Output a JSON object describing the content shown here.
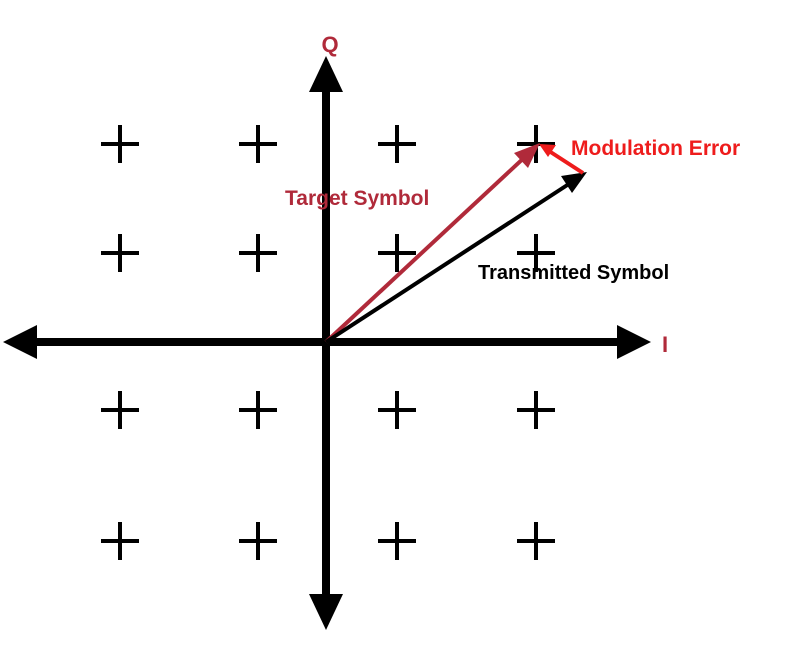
{
  "axes": {
    "i_label": "I",
    "q_label": "Q"
  },
  "labels": {
    "target": "Target Symbol",
    "transmitted": "Transmitted Symbol",
    "error": "Modulation Error"
  },
  "constellation": {
    "grid": "4x4",
    "marker": "+"
  },
  "colors": {
    "axis": "#000000",
    "axis_label": "#b02a3a",
    "target_vector": "#b02a3a",
    "transmitted_vector": "#000000",
    "error_vector": "#ee1c1c",
    "error_text": "#ee1c1c",
    "marker": "#000000"
  }
}
